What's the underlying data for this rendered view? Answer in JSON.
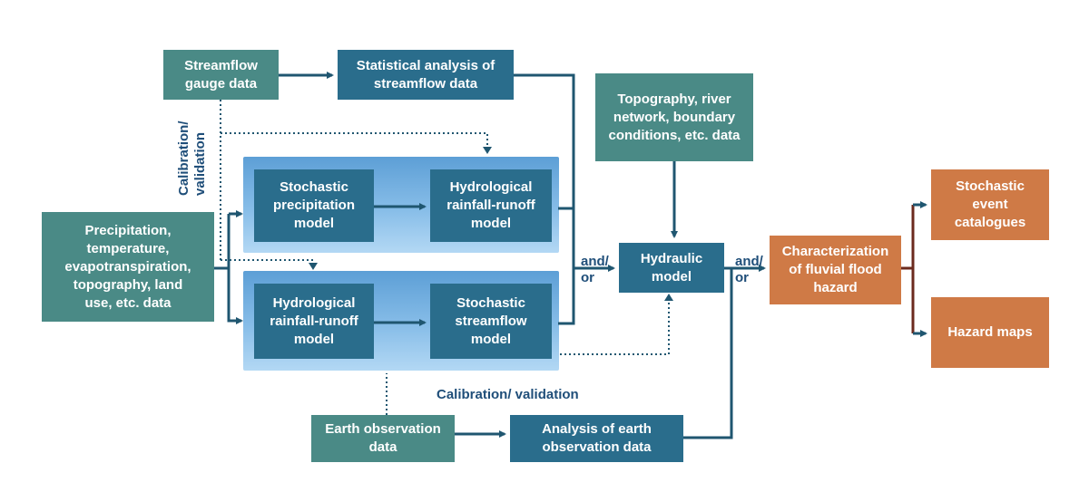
{
  "nodes": {
    "streamflow_gauge": "Streamflow\ngauge data",
    "statistical_analysis": "Statistical analysis of\nstreamflow data",
    "topography": "Topography, river\nnetwork, boundary\nconditions, etc. data",
    "precipitation": "Precipitation,\ntemperature,\nevapotranspiration,\ntopography, land\nuse, etc. data",
    "stochastic_precip": "Stochastic\nprecipitation\nmodel",
    "hydro_rr_top": "Hydrological\nrainfall-runoff\nmodel",
    "hydro_rr_bottom": "Hydrological\nrainfall-runoff\nmodel",
    "stochastic_streamflow": "Stochastic\nstreamflow\nmodel",
    "hydraulic": "Hydraulic\nmodel",
    "characterization": "Characterization\nof fluvial flood\nhazard",
    "event_catalogues": "Stochastic\nevent\ncatalogues",
    "hazard_maps": "Hazard maps",
    "earth_obs": "Earth observation\ndata",
    "analysis_earth_obs": "Analysis of earth\nobservation data"
  },
  "labels": {
    "calibration_vertical": "Calibration/\nvalidation",
    "calibration_horizontal": "Calibration/ validation",
    "and_or_left": "and/\nor",
    "and_or_right": "and/\nor"
  },
  "colors": {
    "teal": "#4a8a86",
    "blue": "#2a6d8c",
    "orange": "#cf7a46",
    "group_blue": "#7fb6e4",
    "line": "#1f5670",
    "branch": "#6b2a1e"
  }
}
